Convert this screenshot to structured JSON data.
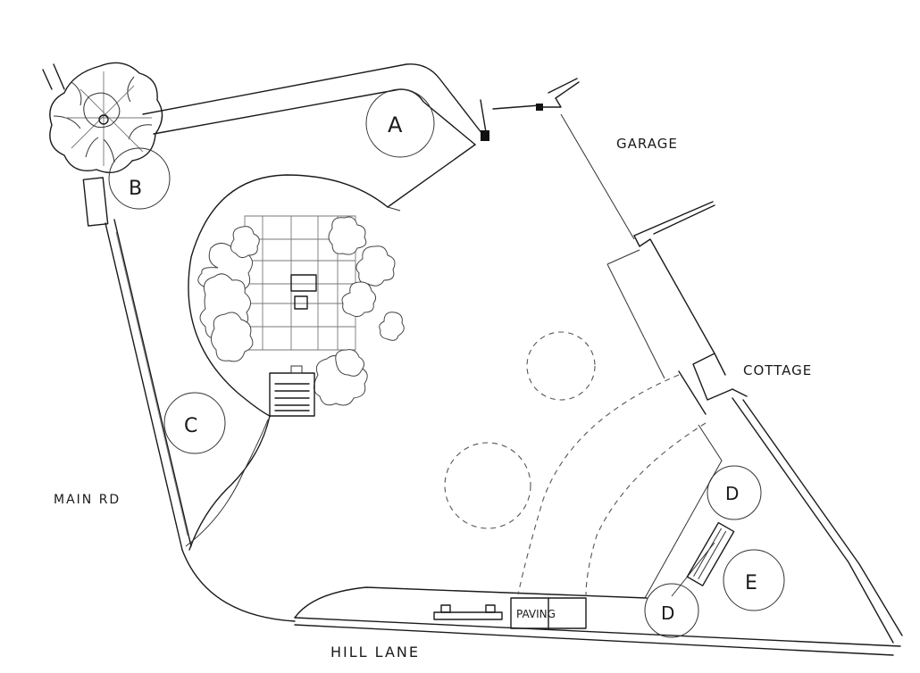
{
  "labels": {
    "garage": "GARAGE",
    "cottage": "COTTAGE",
    "main_rd": "MAIN RD",
    "hill_lane": "HILL LANE",
    "paving": "PAVING"
  },
  "markers": {
    "a": "A",
    "b": "B",
    "c": "C",
    "d_upper": "D",
    "d_lower": "D",
    "e": "E"
  }
}
